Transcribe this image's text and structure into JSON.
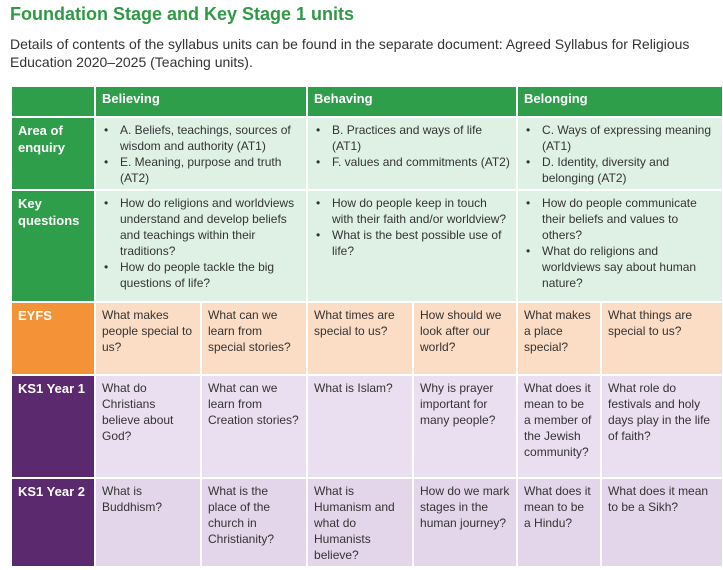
{
  "title": "Foundation Stage and Key Stage 1 units",
  "intro": "Details of contents of the syllabus units can be found in the separate document: Agreed Syllabus for Religious Education 2020–2025 (Teaching units).",
  "table": {
    "headers": [
      "Believing",
      "Behaving",
      "Belonging"
    ],
    "area_of_enquiry": {
      "label": "Area of enquiry",
      "believing": [
        "A. Beliefs, teachings, sources of wisdom and authority (AT1)",
        "E. Meaning, purpose and truth (AT2)"
      ],
      "behaving": [
        "B. Practices and ways of life (AT1)",
        "F. values and commitments (AT2)"
      ],
      "belonging": [
        "C. Ways of expressing meaning (AT1)",
        "D. Identity, diversity and belonging (AT2)"
      ]
    },
    "key_questions": {
      "label": "Key questions",
      "believing": [
        "How do religions and worldviews understand and develop beliefs and teachings within their traditions?",
        "How do people tackle the big questions of life?"
      ],
      "behaving": [
        "How do people keep in touch with their faith and/or worldview?",
        "What is the best possible use of life?"
      ],
      "belonging": [
        "How do people communicate their beliefs and values to others?",
        "What do religions and worldviews say about human nature?"
      ]
    },
    "eyfs": {
      "label": "EYFS",
      "cells": [
        "What makes people special to us?",
        "What can we learn from special stories?",
        "What times are special to us?",
        "How should we look after our world?",
        "What makes a place special?",
        "What things are special to us?"
      ]
    },
    "ks1_year1": {
      "label": "KS1 Year 1",
      "cells": [
        "What do Christians believe about God?",
        "What can we learn from Creation stories?",
        "What is Islam?",
        "Why is prayer important for many people?",
        "What does it mean to be a member of the Jewish community?",
        "What role do festivals and holy days play in the life of faith?"
      ]
    },
    "ks1_year2": {
      "label": "KS1 Year 2",
      "cells": [
        "What is Buddhism?",
        "What is the place of the church in Christianity?",
        "What is Humanism and what do Humanists believe?",
        "How do we mark stages in the human journey?",
        "What does it mean to be a Hindu?",
        "What does it mean to be a Sikh?"
      ]
    }
  }
}
